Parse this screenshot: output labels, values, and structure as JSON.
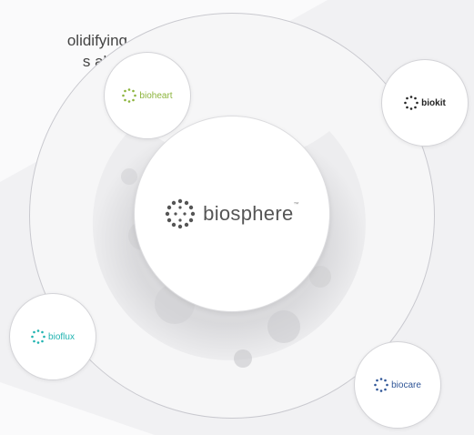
{
  "intro": {
    "line1": "olidifying",
    "line2": "s all of"
  },
  "center": {
    "brand": "biosphere",
    "tm": "™",
    "icon": "biosphere-dots-icon",
    "color": "#555555"
  },
  "satellites": [
    {
      "name": "bioheart",
      "color": "#8cb43c",
      "icon": "bioheart-dots-icon"
    },
    {
      "name": "biokit",
      "color": "#222222",
      "icon": "biokit-dots-icon"
    },
    {
      "name": "bioflux",
      "color": "#1fb3b0",
      "icon": "bioflux-dots-icon"
    },
    {
      "name": "biocare",
      "color": "#2f5597",
      "icon": "biocare-dots-icon"
    }
  ]
}
